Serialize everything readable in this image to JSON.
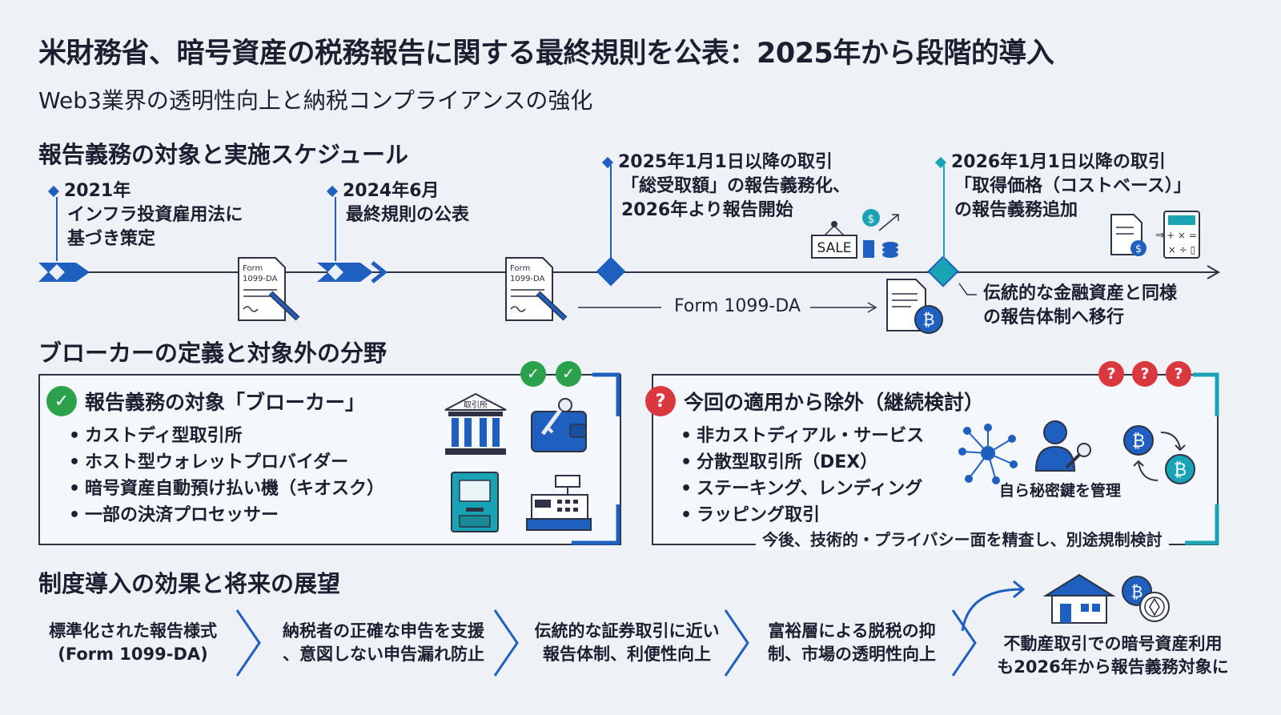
{
  "header": {
    "title": "米財務省、暗号資産の税務報告に関する最終規則を公表：2025年から段階的導入",
    "subtitle": "Web3業界の透明性向上と納税コンプライアンスの強化"
  },
  "schedule": {
    "heading": "報告義務の対象と実施スケジュール",
    "events": [
      {
        "date": "2021年",
        "lines": [
          "インフラ投資雇用法に",
          "基づき策定"
        ]
      },
      {
        "date": "2024年6月",
        "lines": [
          "最終規則の公表"
        ]
      },
      {
        "date": "2025年1月1日以降の取引",
        "lines": [
          "「総受取額」の報告義務化、",
          "2026年より報告開始"
        ]
      },
      {
        "date": "2026年1月1日以降の取引",
        "lines": [
          "「取得価格（コストベース）」",
          "の報告義務追加"
        ]
      }
    ],
    "form_label": "Form 1099-DA",
    "form_icon_lines": [
      "Form",
      "1099-DA"
    ],
    "sale_label": "SALE",
    "migration_lines": [
      "伝統的な金融資産と同様",
      "の報告体制へ移行"
    ]
  },
  "brokers": {
    "heading": "ブローカーの定義と対象外の分野",
    "included": {
      "title": "報告義務の対象「ブローカー」",
      "items": [
        "カストディ型取引所",
        "ホスト型ウォレットプロバイダー",
        "暗号資産自動預け払い機（キオスク）",
        "一部の決済プロセッサー"
      ],
      "exchange_sign": "取引所"
    },
    "excluded": {
      "title": "今回の適用から除外（継続検討）",
      "items": [
        "非カストディアル・サービス",
        "分散型取引所（DEX）",
        "ステーキング、レンディング",
        "ラッピング取引"
      ],
      "key_caption": "自ら秘密鍵を管理",
      "note": "今後、技術的・プライバシー面を精査し、別途規制検討"
    }
  },
  "effects": {
    "heading": "制度導入の効果と将来の展望",
    "steps": [
      {
        "lines": [
          "標準化された報告様式",
          "(Form 1099-DA)"
        ]
      },
      {
        "lines": [
          "納税者の正確な申告を支援",
          "、意図しない申告漏れ防止"
        ]
      },
      {
        "lines": [
          "伝統的な証券取引に近い",
          "報告体制、利便性向上"
        ]
      },
      {
        "lines": [
          "富裕層による脱税の抑",
          "制、市場の透明性向上"
        ]
      },
      {
        "lines": [
          "不動産取引での暗号資産利用",
          "も2026年から報告義務対象に"
        ]
      }
    ]
  },
  "colors": {
    "accent": "#1f5fbf",
    "teal": "#1aa3b5",
    "check": "#2aa14a",
    "question": "#d9393e"
  }
}
